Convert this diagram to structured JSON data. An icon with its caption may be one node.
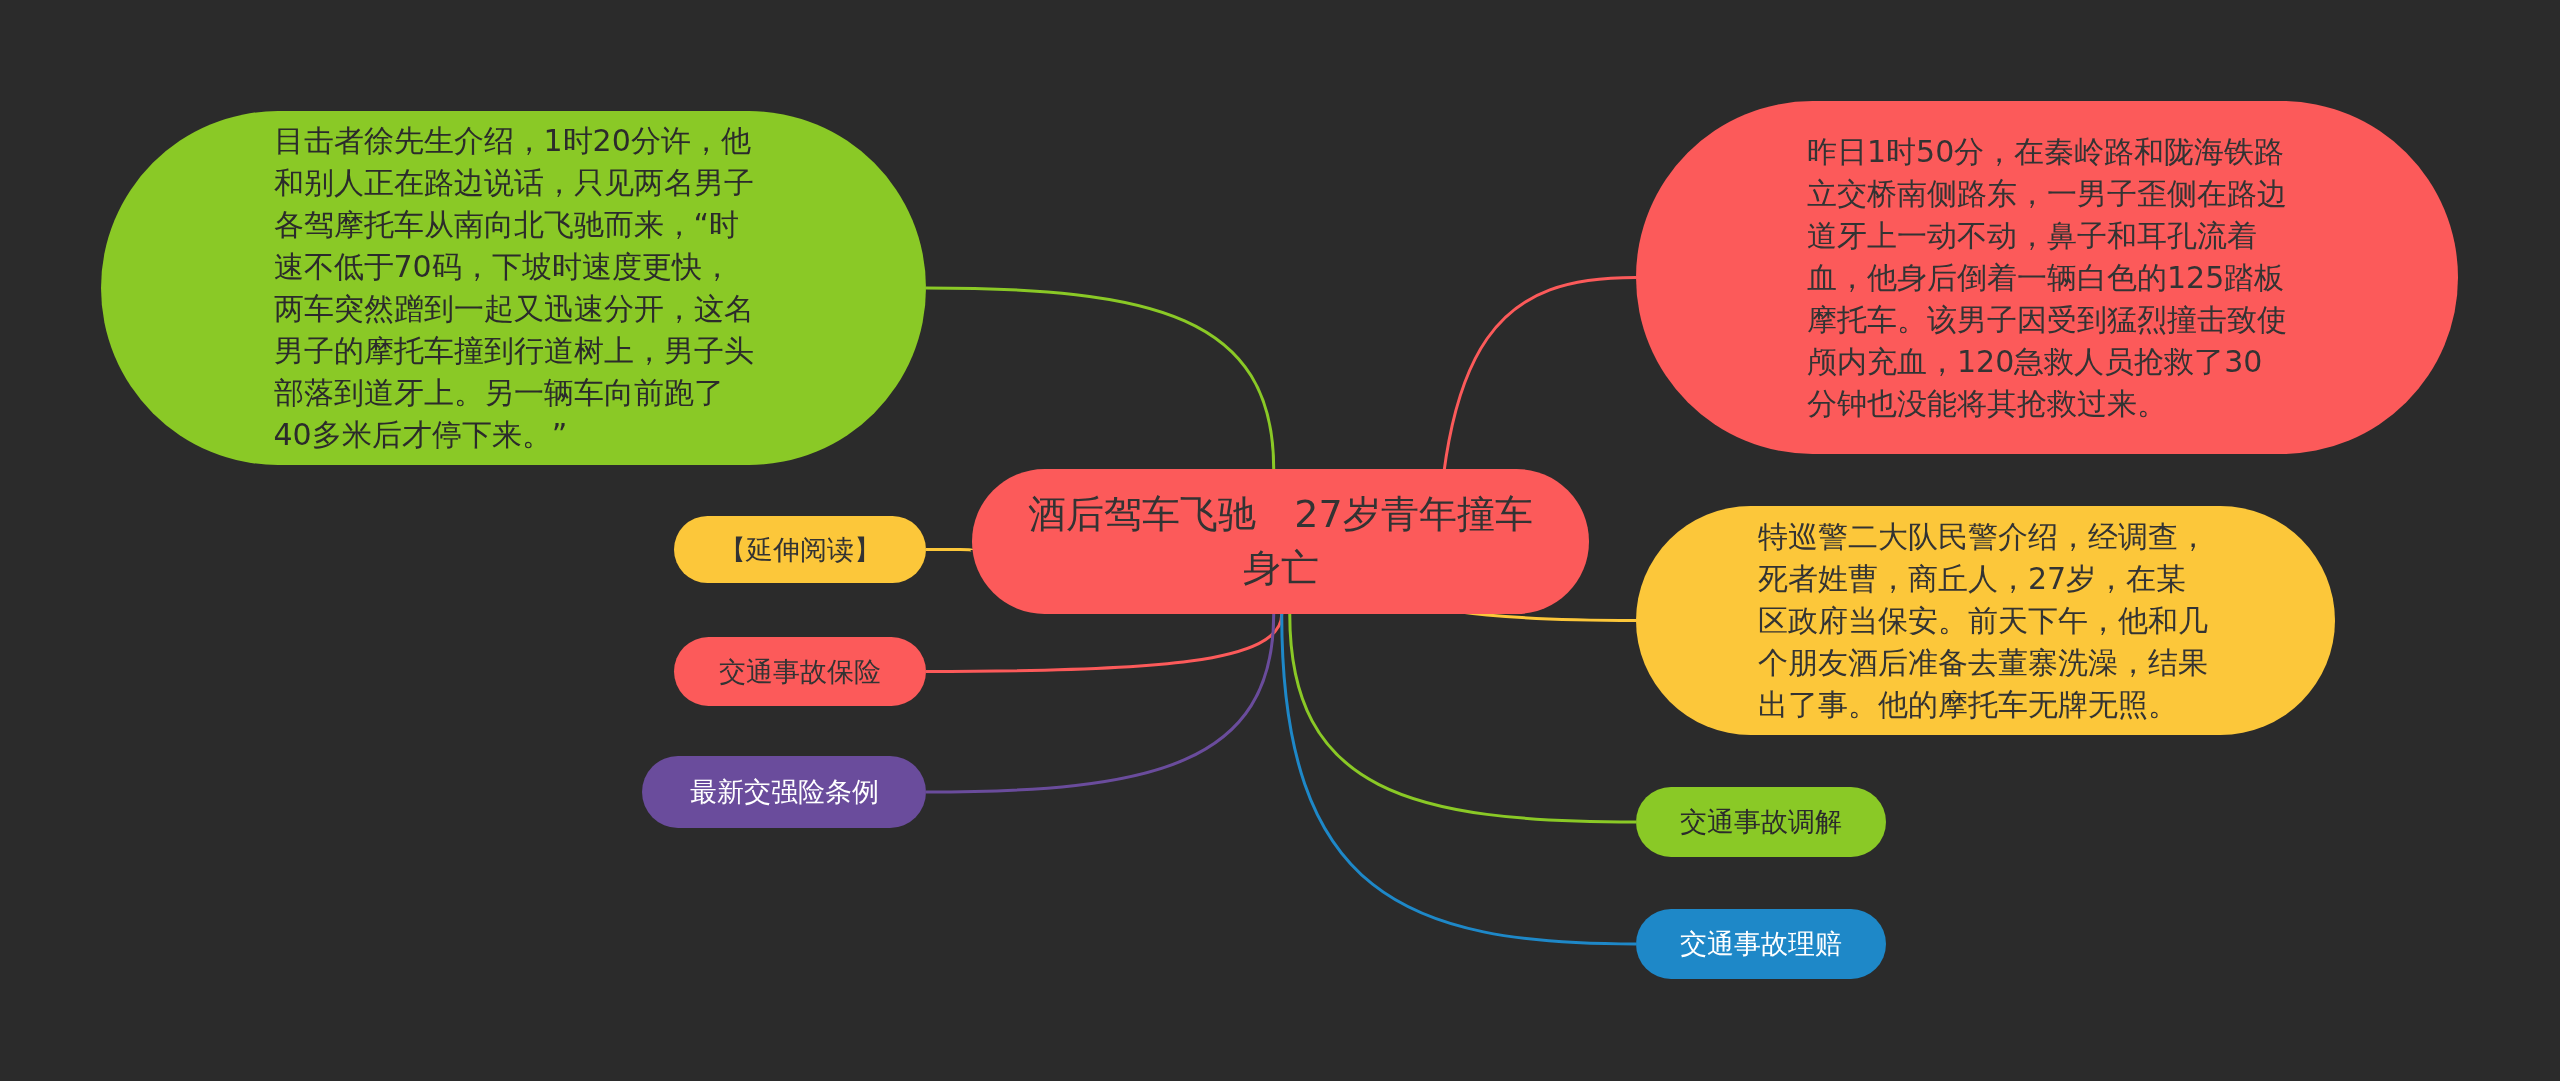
{
  "diagram": {
    "nodes": [
      {
        "text": [
          "酒后驾车飞驰　27岁青年撞车身亡"
        ]
      },
      {
        "text": [
          "目击者徐先生介绍，1时20分许，他和别人正在路边说话，只见两名男子各驾摩托车从南向北飞驰而来，“时速不低于70码，下坡时速度更快，两车突然蹭到一起又迅速分开，这名男子的摩托车撞到行道树上，男子头部落到道牙上。另一辆车向前跑了40多米后才停下来。”"
        ]
      },
      {
        "text": [
          "【延伸阅读】"
        ]
      },
      {
        "text": [
          "交通事故保险"
        ]
      },
      {
        "text": [
          "最新交强险条例"
        ]
      },
      {
        "text": [
          "昨日1时50分，在秦岭路和陇海铁路立交桥南侧路东，一男子歪侧在路边道牙上一动不动，鼻子和耳孔流着血，他身后倒着一辆白色的125踏板摩托车。该男子因受到猛烈撞击致使颅内充血，120急救人员抢救了30分钟也没能将其抢救过来。"
        ]
      },
      {
        "text": [
          "特巡警二大队民警介绍，经调查，死者姓曹，商丘人，27岁，在某区政府当保安。前天下午，他和几个朋友酒后准备去董寨洗澡，结果出了事。他的摩托车无牌无照。"
        ]
      },
      {
        "text": [
          "交通事故调解"
        ]
      },
      {
        "text": [
          "交通事故理赔"
        ]
      }
    ],
    "edges": [
      {
        "from": 0,
        "to": 1,
        "arrow": "none",
        "color": "#8ac926"
      },
      {
        "from": 0,
        "to": 2,
        "arrow": "none",
        "color": "#fcc73a"
      },
      {
        "from": 0,
        "to": 3,
        "arrow": "none",
        "color": "#fc5a5a"
      },
      {
        "from": 0,
        "to": 4,
        "arrow": "none",
        "color": "#6a4c9c"
      },
      {
        "from": 0,
        "to": 5,
        "arrow": "none",
        "color": "#fc5a5a"
      },
      {
        "from": 0,
        "to": 6,
        "arrow": "none",
        "color": "#fcc73a"
      },
      {
        "from": 0,
        "to": 7,
        "arrow": "none",
        "color": "#8ac926"
      },
      {
        "from": 0,
        "to": 8,
        "arrow": "none",
        "color": "#1e88c8"
      }
    ]
  }
}
